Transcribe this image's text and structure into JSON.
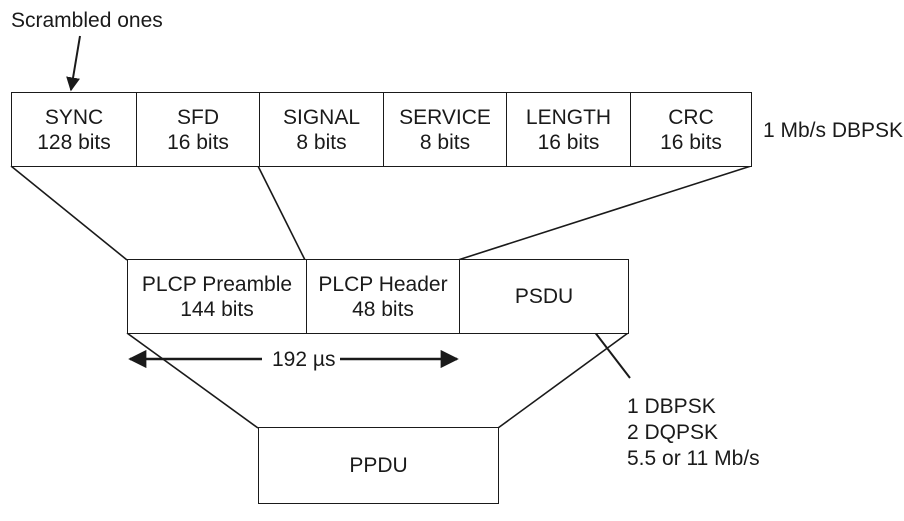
{
  "top_annotation": "Scrambled ones",
  "fields": [
    {
      "name": "SYNC",
      "size": "128 bits"
    },
    {
      "name": "SFD",
      "size": "16 bits"
    },
    {
      "name": "SIGNAL",
      "size": "8 bits"
    },
    {
      "name": "SERVICE",
      "size": "8 bits"
    },
    {
      "name": "LENGTH",
      "size": "16 bits"
    },
    {
      "name": "CRC",
      "size": "16 bits"
    }
  ],
  "header_rate": "1 Mb/s DBPSK",
  "plcp": {
    "preamble": {
      "name": "PLCP Preamble",
      "size": "144 bits"
    },
    "header": {
      "name": "PLCP Header",
      "size": "48 bits"
    },
    "psdu": "PSDU"
  },
  "duration": "192 µs",
  "psdu_rates": [
    "1 DBPSK",
    "2 DQPSK",
    "5.5 or 11 Mb/s"
  ],
  "ppdu": "PPDU"
}
